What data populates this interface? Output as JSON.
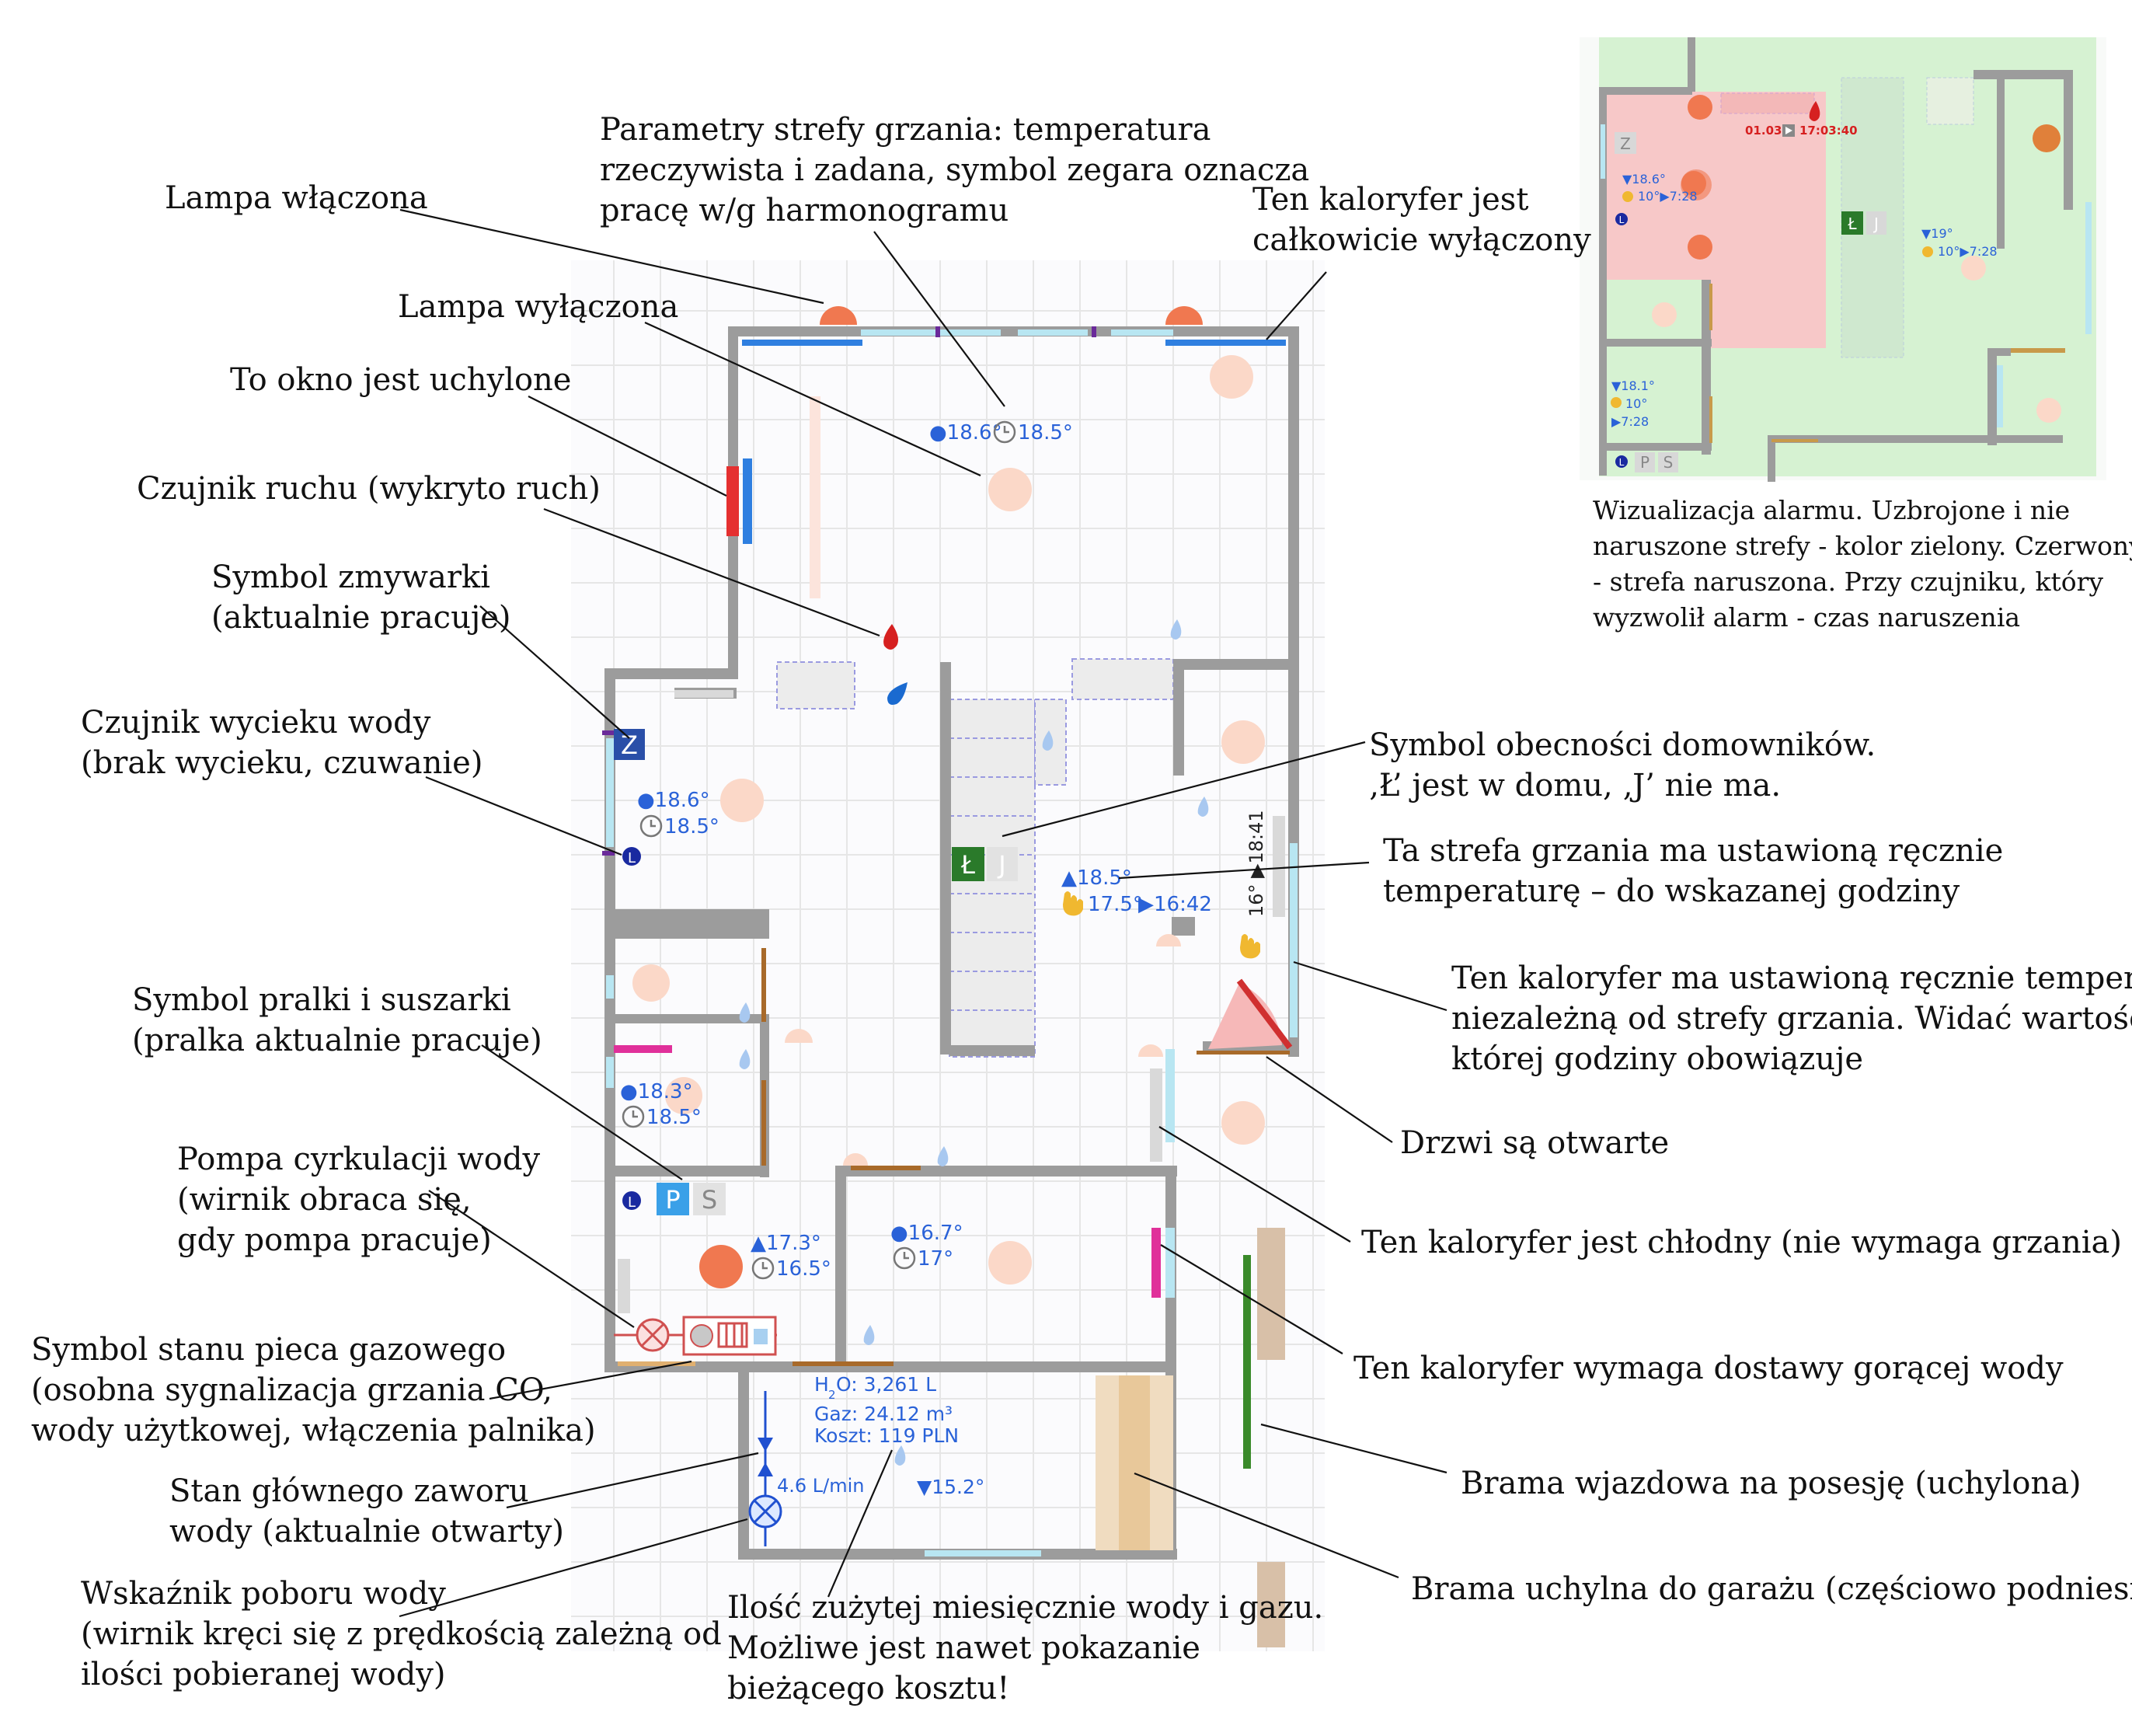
{
  "annotations": {
    "lamp_on": "Lampa włączona",
    "lamp_off": "Lampa wyłączona",
    "window_tilted": "To okno jest uchylone",
    "motion_sensor": [
      "Czujnik ruchu (wykryto ruch)"
    ],
    "dishwasher": [
      "Symbol zmywarki",
      "(aktualnie pracuje)"
    ],
    "leak_sensor": [
      "Czujnik wycieku wody",
      "(brak wycieku, czuwanie)"
    ],
    "washer_dryer": [
      "Symbol pralki i suszarki",
      "(pralka aktualnie pracuje)"
    ],
    "circulation_pump": [
      "Pompa cyrkulacji wody",
      "(wirnik obraca się,",
      "gdy pompa pracuje)"
    ],
    "gas_boiler": [
      "Symbol stanu pieca gazowego",
      "(osobna sygnalizacja grzania CO,",
      "wody użytkowej, włączenia palnika)"
    ],
    "main_valve": [
      "Stan głównego zaworu",
      "wody (aktualnie otwarty)"
    ],
    "water_meter": [
      "Wskaźnik  poboru wody",
      "(wirnik kręci się z prędkością zależną od",
      "ilości pobieranej wody)"
    ],
    "zone_params": [
      "Parametry strefy grzania: temperatura",
      "rzeczywista i zadana, symbol zegara oznacza",
      "pracę w/g harmonogramu"
    ],
    "radiator_off": [
      "Ten kaloryfer jest",
      "całkowicie wyłączony"
    ],
    "presence": [
      "Symbol obecności  domowników.",
      "‚Ł’ jest w domu, ‚J’ nie ma."
    ],
    "manual_zone": [
      "Ta strefa grzania ma ustawioną ręcznie",
      "temperaturę – do wskazanej godziny"
    ],
    "radiator_manual": [
      "Ten kaloryfer ma ustawioną ręcznie temperaturę",
      "niezależną od strefy grzania. Widać wartość i do",
      "której godziny  obowiązuje"
    ],
    "door_open": "Drzwi są otwarte",
    "radiator_cool": "Ten kaloryfer jest chłodny (nie wymaga grzania)",
    "radiator_hot": "Ten kaloryfer wymaga dostawy gorącej wody",
    "gate": "Brama wjazdowa na posesję (uchylona)",
    "garage": "Brama uchylna do garażu (częściowo podniesiona)",
    "usage": [
      "Ilość zużytej miesięcznie wody i gazu.",
      "Możliwe jest nawet pokazanie",
      "bieżącego kosztu!"
    ]
  },
  "plan": {
    "zone_top": {
      "actual": "●18.6°",
      "target": "18.5°"
    },
    "zone_left": {
      "actual": "●18.6°",
      "target": "18.5°"
    },
    "zone_mid": {
      "actual": "●18.3°",
      "target": "18.5°"
    },
    "zone_hall": {
      "actual": "▲18.5°",
      "manual": "17.5°",
      "until": "▶16:42"
    },
    "zone_bath": {
      "actual": "▲17.3°",
      "target": "16.5°"
    },
    "zone_room": {
      "actual": "●16.7°",
      "target": "17°"
    },
    "radiator_value": "16°",
    "radiator_until": "▶18:41",
    "temp_outside": "▼15.2°",
    "flow": "4.6 L/min",
    "water_label": "H",
    "water_sub": "2",
    "water_value": "O: 3,261 L",
    "gas": "Gaz: 24.12 m³",
    "cost": "Koszt: 119 PLN",
    "badge_z": "Z",
    "badge_l": "L",
    "presence_l": "Ł",
    "presence_j": "J",
    "badge_p": "P",
    "badge_s": "S"
  },
  "inset": {
    "caption": [
      "Wizualizacja alarmu. Uzbrojone i nie",
      "naruszone strefy - kolor zielony. Czerwony",
      "-   strefa naruszona. Przy czujniku, który",
      "wyzwolił alarm - czas naruszenia"
    ],
    "alarm_date": "01.03",
    "alarm_time": "17:03:40",
    "zone_a": [
      "▼18.6°",
      "10°▶7:28"
    ],
    "zone_b": [
      "▼19°",
      "10°▶7:28"
    ],
    "zone_c": [
      "▼18.1°",
      "10°",
      "▶7:28"
    ],
    "badge_z": "Z",
    "badge_l": "L",
    "badge_lj": [
      "Ł",
      "J"
    ],
    "badge_ps": [
      "P",
      "S"
    ]
  },
  "colors": {
    "wall": "#9c9c9c",
    "window": "#b8e6f2",
    "radiator_off": "#2f7fe0",
    "radiator_hot": "#e0309a",
    "sensor_motion": "#e53030",
    "lamp_on": "#f07850",
    "lamp_off": "#fbd8c8",
    "door": "#a86a2a",
    "gate": "#3a8a2a",
    "alarm_red": "#f7c8c8",
    "alarm_green": "#d6f2d2"
  }
}
